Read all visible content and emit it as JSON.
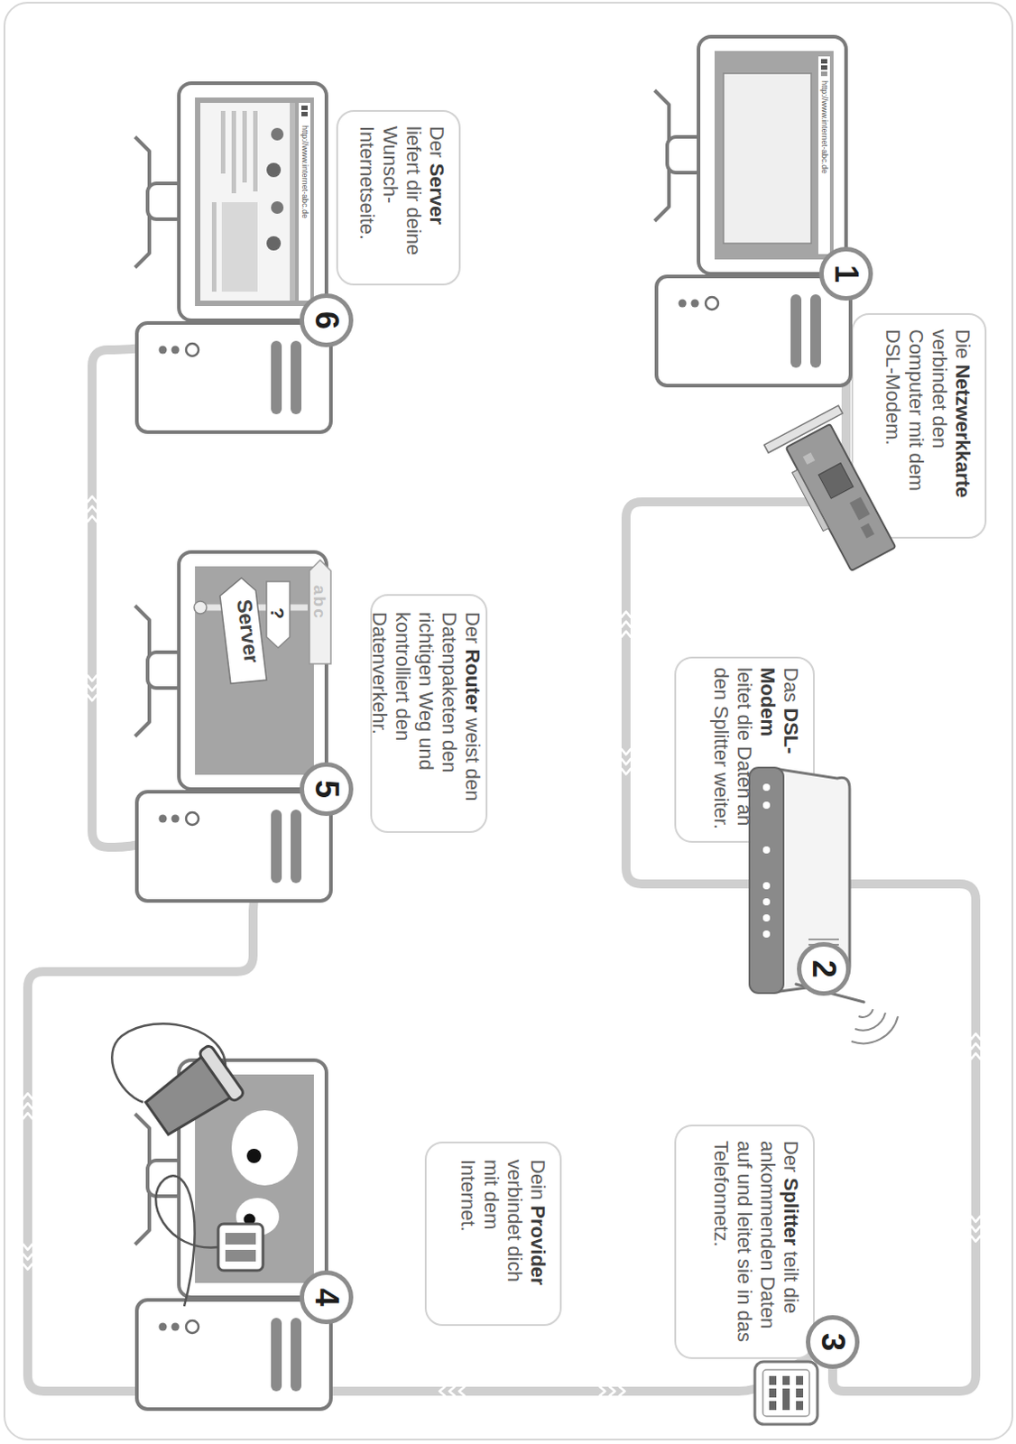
{
  "diagram": {
    "nodes": [
      {
        "text": [
          "1"
        ]
      },
      {
        "text": [
          "Die Netzwerkkarte verbindet den Computer mit dem DSL-Modem."
        ]
      },
      {
        "text": [
          "2"
        ]
      },
      {
        "text": [
          "Das DSL- Modem leitet die Daten an den Splitter weiter."
        ]
      },
      {
        "text": [
          "3"
        ]
      },
      {
        "text": [
          "Der Splitter teilt die ankommenden Daten auf und leitet sie in das Telefonnetz."
        ]
      },
      {
        "text": [
          "4"
        ]
      },
      {
        "text": [
          "Dein Provider verbindet dich mit dem Internet."
        ]
      },
      {
        "text": [
          "5"
        ]
      },
      {
        "text": [
          "Der Router weist den Datenpaketen den richtigen Weg und kontrolliert den Datenverkehr."
        ]
      },
      {
        "text": [
          "6"
        ]
      },
      {
        "text": [
          "Der Server liefert dir deine Wunsch- Internetseite."
        ]
      }
    ],
    "edges": [
      {
        "from": 0,
        "to": 2,
        "arrow": "both"
      },
      {
        "from": 2,
        "to": 4,
        "arrow": "both"
      },
      {
        "from": 4,
        "to": 6,
        "arrow": "both"
      },
      {
        "from": 6,
        "to": 8,
        "arrow": "both"
      },
      {
        "from": 8,
        "to": 10,
        "arrow": "both"
      }
    ],
    "labels": [
      "http://www.internet-abc.de",
      "http://www.internet-abc.de",
      "abc",
      "?",
      "Server"
    ]
  }
}
